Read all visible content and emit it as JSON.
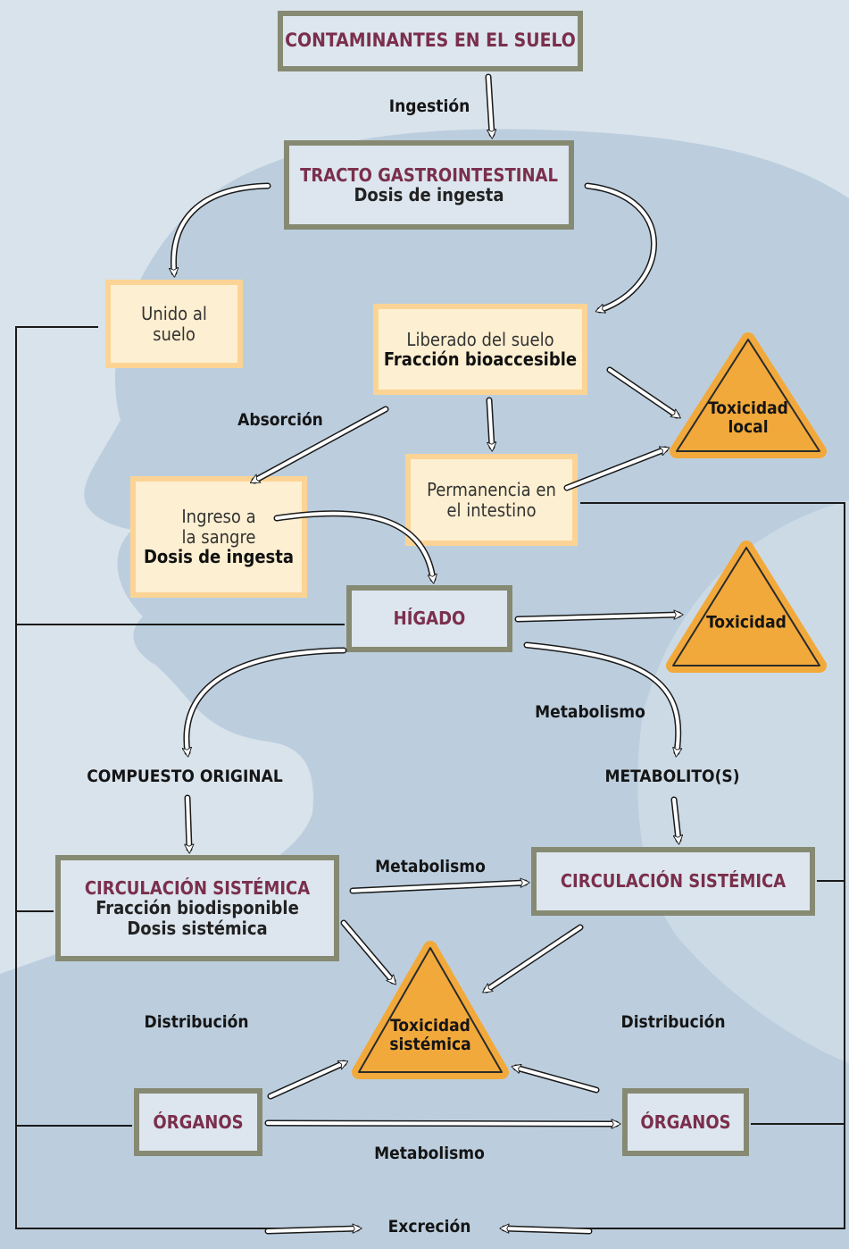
{
  "nodes": {
    "contaminantes": "CONTAMINANTES EN EL SUELO",
    "tracto_title": "TRACTO GASTROINTESTINAL",
    "tracto_sub": "Dosis de ingesta",
    "unido_1": "Unido al",
    "unido_2": "suelo",
    "liberado_1": "Liberado del suelo",
    "liberado_2": "Fracción bioaccesible",
    "ingreso_1": "Ingreso a",
    "ingreso_2": "la sangre",
    "ingreso_3": "Dosis de ingesta",
    "permanencia_1": "Permanencia en",
    "permanencia_2": "el intestino",
    "higado": "HÍGADO",
    "circ_left_title": "CIRCULACIÓN SISTÉMICA",
    "circ_left_sub1": "Fracción biodisponible",
    "circ_left_sub2": "Dosis sistémica",
    "circ_right_title": "CIRCULACIÓN SISTÉMICA",
    "organos_left": "ÓRGANOS",
    "organos_right": "ÓRGANOS"
  },
  "triangles": {
    "local_1": "Toxicidad",
    "local_2": "local",
    "hepatic": "Toxicidad",
    "systemic_1": "Toxicidad",
    "systemic_2": "sistémica"
  },
  "labels": {
    "ingestion": "Ingestión",
    "absorcion": "Absorción",
    "metabolismo_1": "Metabolismo",
    "compuesto": "COMPUESTO ORIGINAL",
    "metabolitos": "METABOLITO(S)",
    "metabolismo_2": "Metabolismo",
    "distribucion_left": "Distribución",
    "distribucion_right": "Distribución",
    "metabolismo_3": "Metabolismo",
    "excrecion": "Excreción"
  },
  "colors": {
    "background": "#d9e3ec",
    "head_silhouette": "#bccede",
    "box_fill": "#dde6ee",
    "box_border": "#868a72",
    "title_text": "#7a2f4c",
    "cream_fill": "#fdefd1",
    "cream_border": "#fbd495",
    "triangle_fill": "#f2a93b"
  }
}
